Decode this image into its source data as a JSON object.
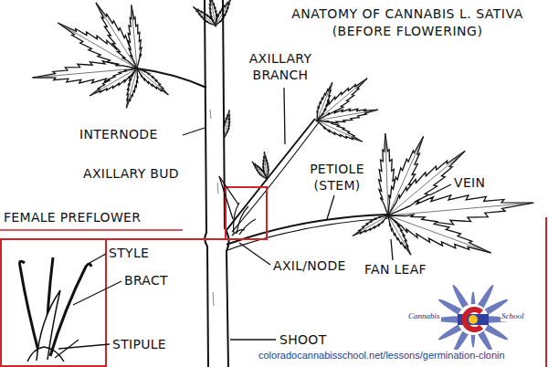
{
  "diagram": {
    "title": "ANATOMY OF CANNABIS L. SATIVA (BEFORE FLOWERING)",
    "labels": [
      "AXILLARY BRANCH",
      "INTERNODE",
      "AXILLARY BUD",
      "PETIOLE (STEM)",
      "VEIN",
      "FEMALE PREFLOWER",
      "STYLE",
      "BRACT",
      "AXIL/NODE",
      "FAN LEAF",
      "STIPULE",
      "SHOOT",
      "Cannabis",
      "School",
      "coloradocannabisschool.net/lessons/germination-clonin"
    ]
  }
}
